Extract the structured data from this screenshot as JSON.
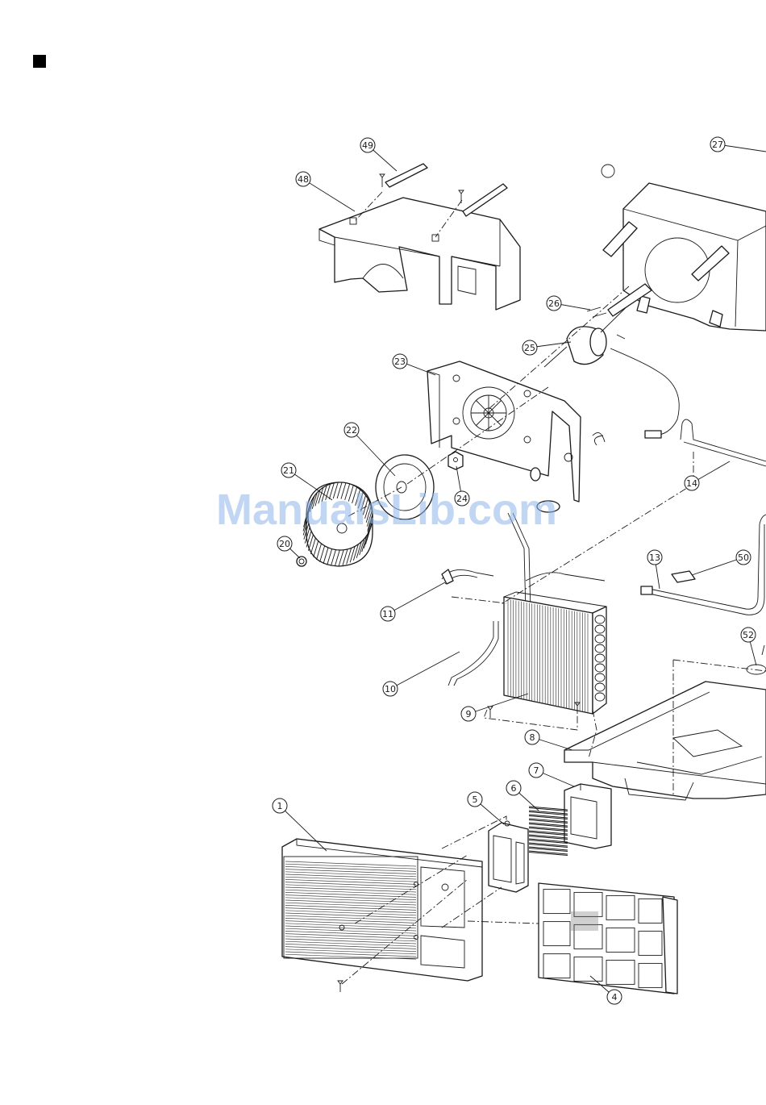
{
  "watermark": "ManualsLib.com",
  "colors": {
    "line": "#1a1a1a",
    "watermark": "#8fb6e8",
    "background": "#ffffff"
  },
  "callouts": [
    "1",
    "4",
    "5",
    "6",
    "7",
    "8",
    "9",
    "10",
    "11",
    "13",
    "14",
    "20",
    "21",
    "22",
    "23",
    "24",
    "25",
    "26",
    "27",
    "48",
    "49",
    "50",
    "52"
  ]
}
